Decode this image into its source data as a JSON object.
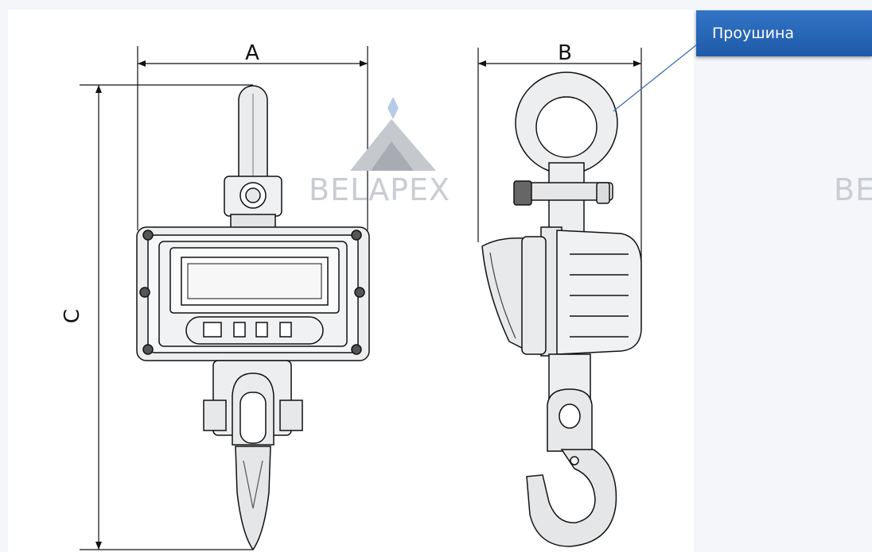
{
  "diagram": {
    "dimension_a": "A",
    "dimension_b": "B",
    "dimension_c": "C",
    "watermark_text": "BELAPEX",
    "watermark_text_right": "BE",
    "callout_label": "Проушина",
    "colors": {
      "background": "#ffffff",
      "panel": "#f4f6fa",
      "line": "#111111",
      "callout_bg": "#2a69b8",
      "callout_line": "#3a6fb0"
    }
  }
}
